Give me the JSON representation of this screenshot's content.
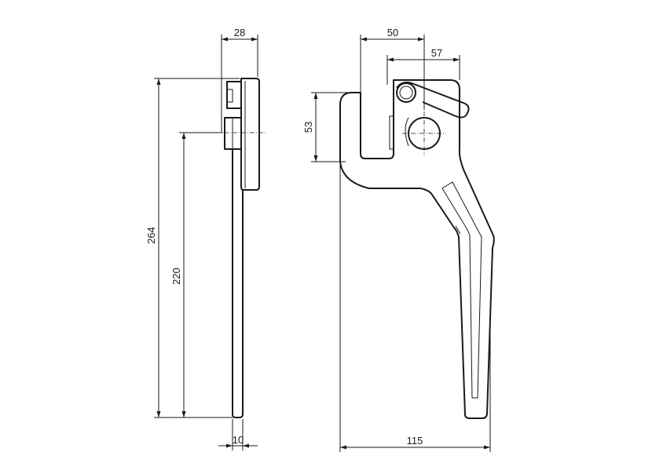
{
  "dimensions": {
    "side_depth": "28",
    "total_height": "264",
    "handle_height": "220",
    "lever_thickness": "10",
    "hook_offset": "50",
    "pivot_offset": "57",
    "hook_height": "53",
    "total_width": "115"
  }
}
